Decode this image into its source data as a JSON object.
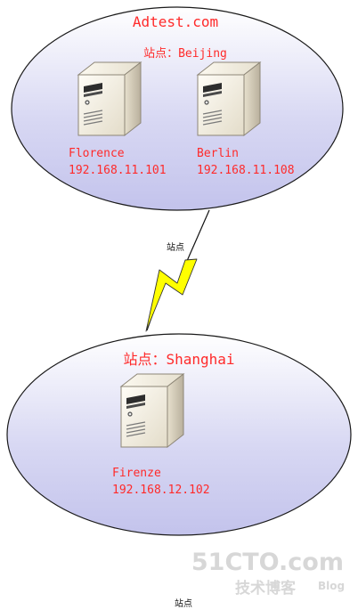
{
  "sites": {
    "top": {
      "domain": "Adtest.com",
      "site_label": "站点：Beijing",
      "servers": [
        {
          "name": "Florence",
          "ip": "192.168.11.101"
        },
        {
          "name": "Berlin",
          "ip": "192.168.11.108"
        }
      ]
    },
    "bottom": {
      "site_label": "站点：Shanghai",
      "servers": [
        {
          "name": "Firenze",
          "ip": "192.168.12.102"
        }
      ]
    }
  },
  "link": {
    "label": "站点"
  },
  "footer": {
    "label": "站点"
  },
  "watermark": {
    "brand": "51CTO.com",
    "subtitle": "技术博客",
    "blog": "Blog"
  },
  "colors": {
    "site_fill": "#c9c9ef",
    "site_edge": "#1a1a1a",
    "label_red": "#ff2a2a",
    "lightning": "#ffff00",
    "watermark": "#d7d7d7"
  }
}
